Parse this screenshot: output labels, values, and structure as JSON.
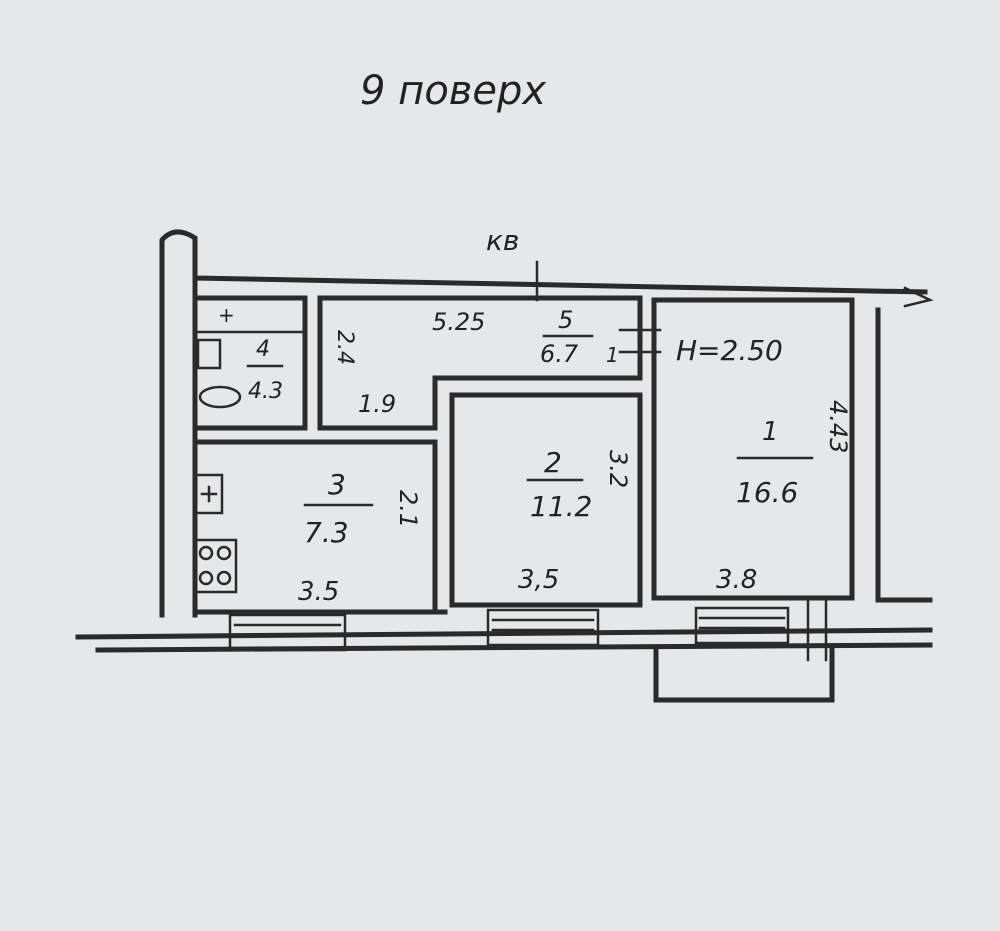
{
  "title": "9 поверх",
  "apartment_label": "кв",
  "ceiling_height": "Н=2.50",
  "rooms": [
    {
      "id": "room-1",
      "number": "1",
      "area": "16.6",
      "width": "3.8",
      "depth": "4.43"
    },
    {
      "id": "room-2",
      "number": "2",
      "area": "11.2",
      "width": "3,5",
      "depth": "3.2"
    },
    {
      "id": "room-3",
      "number": "3",
      "area": "7.3",
      "width": "3.5",
      "depth": "2.1"
    },
    {
      "id": "room-4",
      "number": "4",
      "area": "4.3"
    },
    {
      "id": "room-5",
      "number": "5",
      "area": "6.7",
      "length": "5.25"
    }
  ],
  "small_dims": {
    "corridor_small": "2.4",
    "corridor_bottom": "1.9",
    "door_mark": "1"
  },
  "colors": {
    "paper": "#e6e7e8",
    "ink": "#2a2a2a"
  }
}
